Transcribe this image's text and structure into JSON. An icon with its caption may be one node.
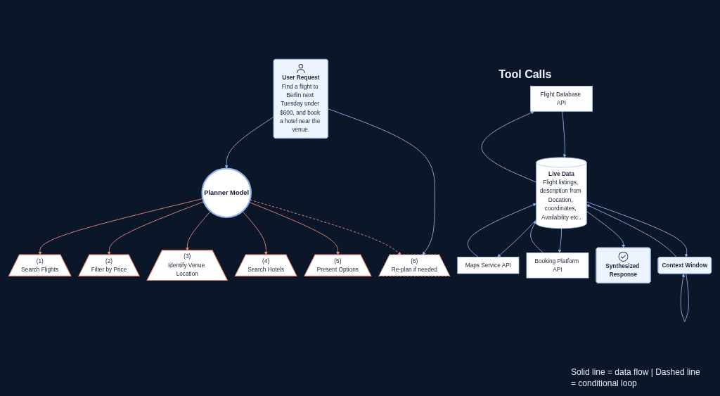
{
  "diagram": {
    "nodes": [
      {
        "text": [
          "User Request",
          "Find a flight to Berlin next Tuesday under $600, and book a hotel near the venue."
        ]
      },
      {
        "text": [
          "Planner Model"
        ]
      },
      {
        "text": [
          "(1)",
          "Search Flights"
        ]
      },
      {
        "text": [
          "(2)",
          "Filter by Price"
        ]
      },
      {
        "text": [
          "(3)",
          "Identify Venue Location"
        ]
      },
      {
        "text": [
          "(4)",
          "Search Hotels"
        ]
      },
      {
        "text": [
          "(5)",
          "Present Options"
        ]
      },
      {
        "text": [
          "(6)",
          "Re-plan if needed"
        ]
      },
      {
        "text": [
          "Flight Database API"
        ]
      },
      {
        "text": [
          "Maps Service API"
        ]
      },
      {
        "text": [
          "Booking Platform API"
        ]
      },
      {
        "text": [
          "Live Data",
          "Flight listings, description from Docation, coordinates, Availability etc.."
        ]
      },
      {
        "text": [
          "Synthesized Response"
        ]
      },
      {
        "text": [
          "Context Window"
        ]
      }
    ],
    "edges": [
      {
        "from": 0,
        "to": 1,
        "arrow": "to"
      },
      {
        "from": 0,
        "to": 7,
        "arrow": "to"
      },
      {
        "from": 1,
        "to": 2,
        "arrow": "to",
        "color": "#e8907a"
      },
      {
        "from": 1,
        "to": 3,
        "arrow": "to",
        "color": "#e8907a"
      },
      {
        "from": 1,
        "to": 4,
        "arrow": "to",
        "color": "#e8907a"
      },
      {
        "from": 1,
        "to": 5,
        "arrow": "to",
        "color": "#e8907a"
      },
      {
        "from": 1,
        "to": 6,
        "arrow": "to",
        "color": "#e8907a"
      },
      {
        "from": 1,
        "to": 7,
        "arrow": "to",
        "style": "dashed",
        "color": "#e8907a"
      },
      {
        "from": 13,
        "to": 13,
        "arrow": "to"
      },
      {
        "from": 11,
        "to": 8,
        "arrow": "to"
      },
      {
        "from": 8,
        "to": 11,
        "arrow": "to"
      },
      {
        "from": 9,
        "to": 11,
        "arrow": "to"
      },
      {
        "from": 11,
        "to": 9,
        "arrow": "to"
      },
      {
        "from": 11,
        "to": 10,
        "arrow": "to"
      },
      {
        "from": 10,
        "to": 11,
        "arrow": "to"
      },
      {
        "from": 11,
        "to": 12,
        "arrow": "to"
      },
      {
        "from": 13,
        "to": 11,
        "arrow": "to"
      },
      {
        "from": 11,
        "to": 13,
        "arrow": "to"
      }
    ],
    "labels": [
      "Tool Calls",
      "Solid line = data flow | Dashed line = conditional loop"
    ]
  }
}
